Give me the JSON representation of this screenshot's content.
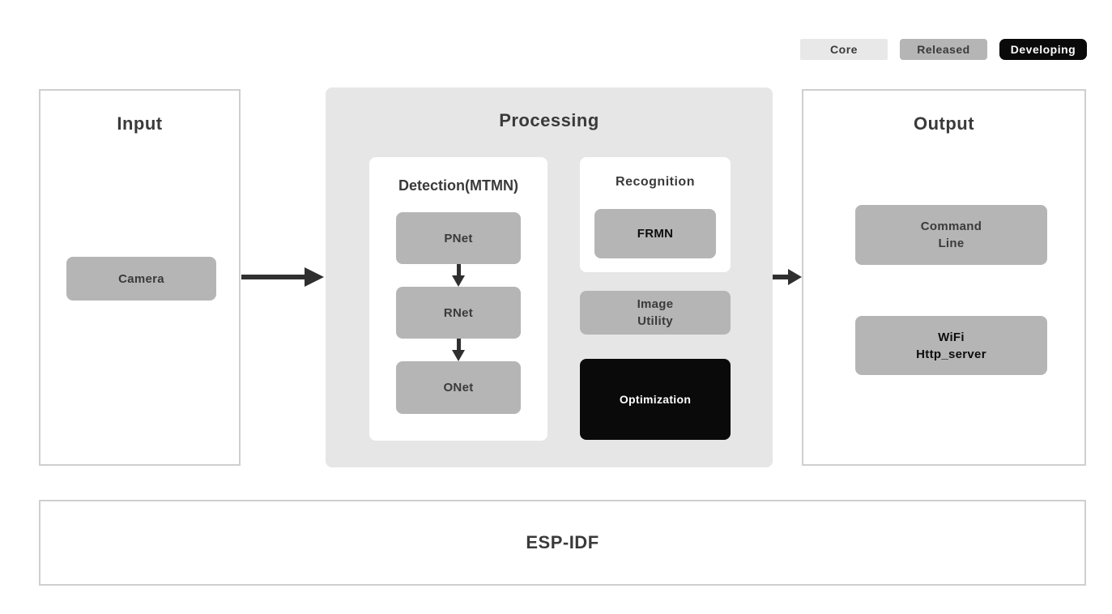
{
  "legend": {
    "core": "Core",
    "released": "Released",
    "developing": "Developing"
  },
  "colors": {
    "core_badge": "#e8e8e8",
    "released_badge": "#b5b5b5",
    "developing_badge": "#0a0a0a",
    "processing_panel_bg": "#e6e6e6",
    "module_node_bg": "#b5b5b5",
    "dark_node_bg": "#0a0a0a",
    "panel_border": "#cfcfcf",
    "arrow": "#2f2f2f",
    "title_text": "#3a3a3a"
  },
  "input": {
    "title": "Input",
    "camera": "Camera"
  },
  "processing": {
    "title": "Processing",
    "detection": {
      "title": "Detection(MTMN)",
      "pnet": "PNet",
      "rnet": "RNet",
      "onet": "ONet"
    },
    "recognition": {
      "title": "Recognition",
      "frmn": "FRMN"
    },
    "image_utility": {
      "line1": "Image",
      "line2": "Utility"
    },
    "optimization": "Optimization"
  },
  "output": {
    "title": "Output",
    "command_line": {
      "line1": "Command",
      "line2": "Line"
    },
    "wifi": {
      "line1": "WiFi",
      "line2": "Http_server"
    }
  },
  "foundation": {
    "title": "ESP-IDF"
  }
}
